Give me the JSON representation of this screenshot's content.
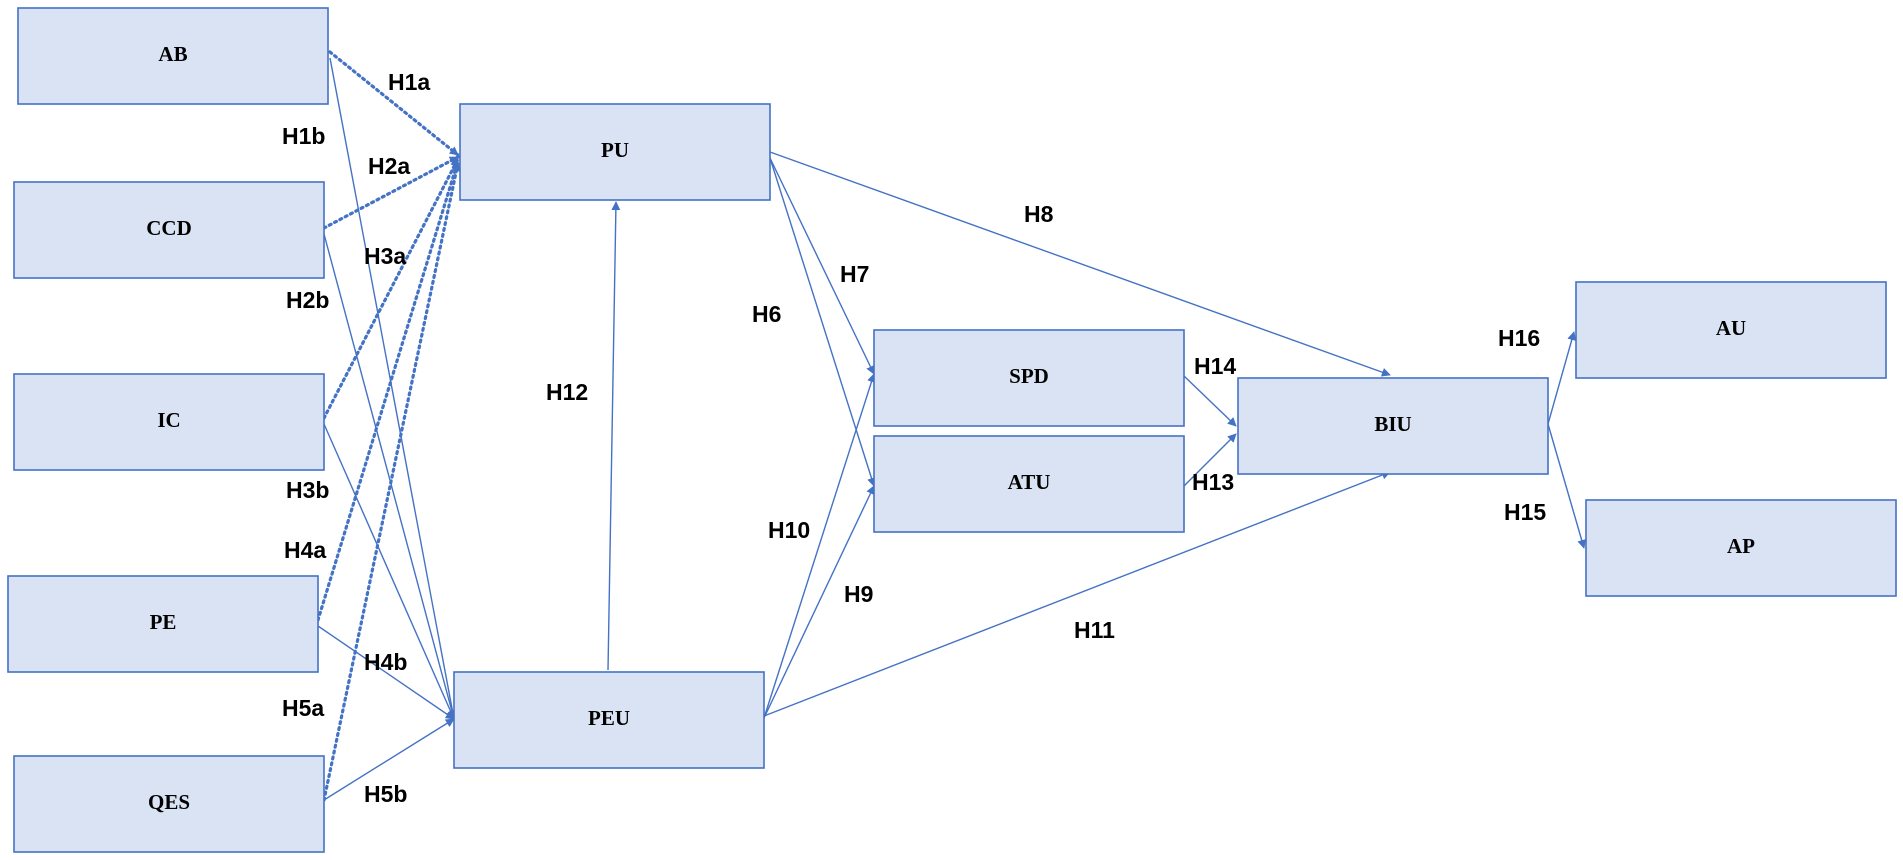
{
  "nodes": {
    "ab": "AB",
    "ccd": "CCD",
    "ic": "IC",
    "pe": "PE",
    "qes": "QES",
    "pu": "PU",
    "peu": "PEU",
    "spd": "SPD",
    "atu": "ATU",
    "biu": "BIU",
    "au": "AU",
    "ap": "AP"
  },
  "hypotheses": {
    "h1a": "H1a",
    "h1b": "H1b",
    "h2a": "H2a",
    "h2b": "H2b",
    "h3a": "H3a",
    "h3b": "H3b",
    "h4a": "H4a",
    "h4b": "H4b",
    "h5a": "H5a",
    "h5b": "H5b",
    "h6": "H6",
    "h7": "H7",
    "h8": "H8",
    "h9": "H9",
    "h10": "H10",
    "h11": "H11",
    "h12": "H12",
    "h13": "H13",
    "h14": "H14",
    "h15": "H15",
    "h16": "H16"
  },
  "edges": [
    {
      "from": "ab",
      "to": "pu",
      "label": "h1a",
      "style": "dotted"
    },
    {
      "from": "ab",
      "to": "peu",
      "label": "h1b",
      "style": "solid"
    },
    {
      "from": "ccd",
      "to": "pu",
      "label": "h2a",
      "style": "dotted"
    },
    {
      "from": "ccd",
      "to": "peu",
      "label": "h2b",
      "style": "solid"
    },
    {
      "from": "ic",
      "to": "pu",
      "label": "h3a",
      "style": "dotted"
    },
    {
      "from": "ic",
      "to": "peu",
      "label": "h3b",
      "style": "solid"
    },
    {
      "from": "pe",
      "to": "pu",
      "label": "h4a",
      "style": "dotted"
    },
    {
      "from": "pe",
      "to": "peu",
      "label": "h4b",
      "style": "solid"
    },
    {
      "from": "qes",
      "to": "pu",
      "label": "h5a",
      "style": "dotted"
    },
    {
      "from": "qes",
      "to": "peu",
      "label": "h5b",
      "style": "solid"
    },
    {
      "from": "pu",
      "to": "atu",
      "label": "h6",
      "style": "solid"
    },
    {
      "from": "pu",
      "to": "spd",
      "label": "h7",
      "style": "solid"
    },
    {
      "from": "pu",
      "to": "biu",
      "label": "h8",
      "style": "solid"
    },
    {
      "from": "peu",
      "to": "atu",
      "label": "h9",
      "style": "solid"
    },
    {
      "from": "peu",
      "to": "spd",
      "label": "h10",
      "style": "solid"
    },
    {
      "from": "peu",
      "to": "biu",
      "label": "h11",
      "style": "solid"
    },
    {
      "from": "peu",
      "to": "pu",
      "label": "h12",
      "style": "solid"
    },
    {
      "from": "atu",
      "to": "biu",
      "label": "h13",
      "style": "solid"
    },
    {
      "from": "spd",
      "to": "biu",
      "label": "h14",
      "style": "solid"
    },
    {
      "from": "biu",
      "to": "ap",
      "label": "h15",
      "style": "solid"
    },
    {
      "from": "biu",
      "to": "au",
      "label": "h16",
      "style": "solid"
    }
  ],
  "colors": {
    "box_fill": "#dae3f3",
    "box_border": "#4472c4",
    "arrow": "#4472c4",
    "text": "#000000"
  }
}
